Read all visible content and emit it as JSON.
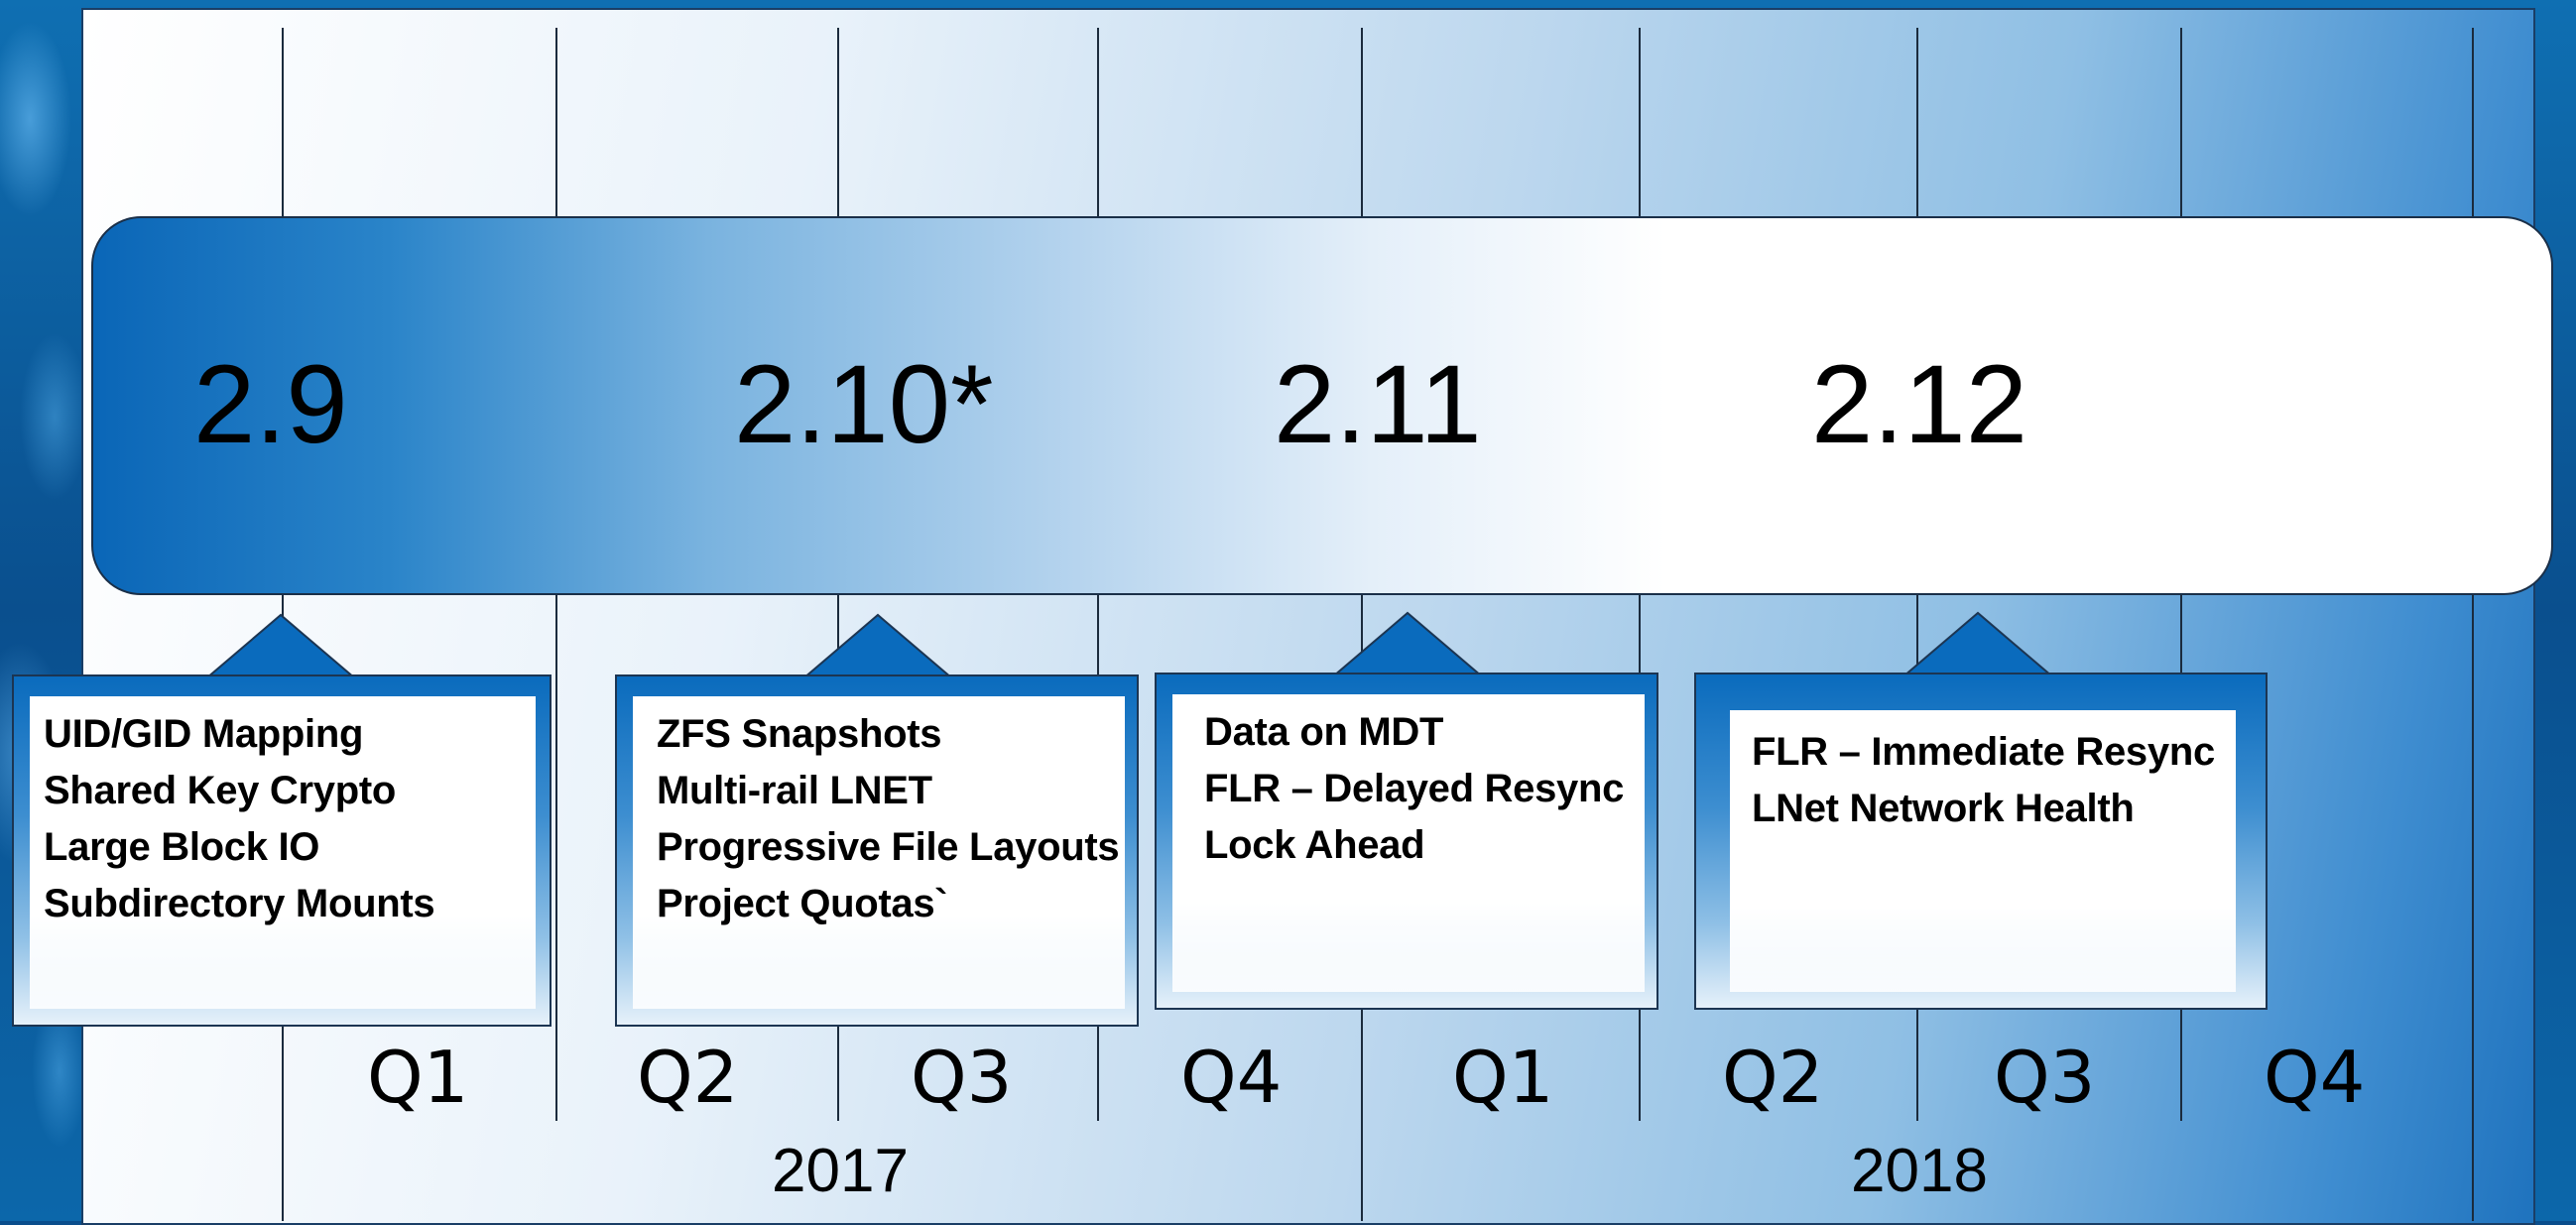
{
  "releases": [
    {
      "label": "2.9"
    },
    {
      "label": "2.10*"
    },
    {
      "label": "2.11"
    },
    {
      "label": "2.12"
    }
  ],
  "callouts": [
    {
      "items": [
        "UID/GID Mapping",
        "Shared Key Crypto",
        "Large Block IO",
        "Subdirectory Mounts"
      ]
    },
    {
      "items": [
        "ZFS Snapshots",
        "Multi-rail LNET",
        "Progressive File Layouts",
        "Project Quotas`"
      ]
    },
    {
      "items": [
        "Data on MDT",
        "FLR – Delayed Resync",
        "Lock Ahead"
      ]
    },
    {
      "items": [
        "FLR – Immediate Resync",
        "LNet Network Health"
      ]
    }
  ],
  "quarters": [
    "Q1",
    "Q2",
    "Q3",
    "Q4",
    "Q1",
    "Q2",
    "Q3",
    "Q4"
  ],
  "years": [
    "2017",
    "2018"
  ],
  "colors": {
    "bar_start": "#0a66b7",
    "callout_top": "#0a6bbd",
    "panel_end": "#1f73be"
  }
}
